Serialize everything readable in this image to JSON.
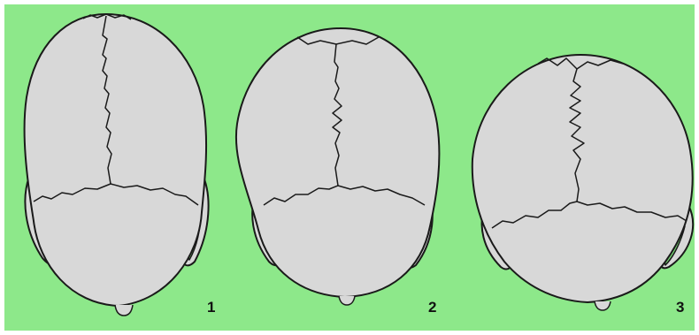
{
  "colors": {
    "background": "#8de88a",
    "bone": "#d8d8d8",
    "outline": "#1a1a1a",
    "zygomatic_arch_fill": "#78d874"
  },
  "skulls": [
    {
      "label": "1"
    },
    {
      "label": "2"
    },
    {
      "label": "3"
    }
  ]
}
